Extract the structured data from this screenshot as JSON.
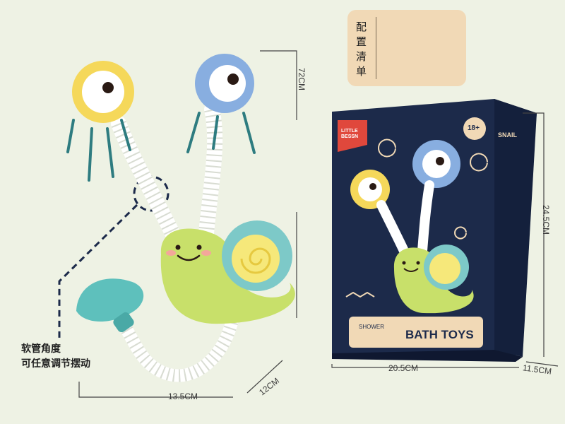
{
  "dimensions": {
    "hose_length": "72CM",
    "toy_width": "13.5CM",
    "toy_depth": "12CM",
    "box_height": "24.5CM",
    "box_width": "20.5CM",
    "box_depth": "11.5CM"
  },
  "feature_note": {
    "line1": "软管角度",
    "line2": "可任意调节摆动"
  },
  "config_list": {
    "chars": [
      "配",
      "置",
      "清",
      "单"
    ]
  },
  "box": {
    "brand_line1": "LITTLE",
    "brand_line2": "BESSN",
    "age_badge": "18+",
    "product_line1": "SHOWER",
    "product_title": "BATH TOYS",
    "side_title": "SNAIL"
  },
  "colors": {
    "background": "#eef2e4",
    "box_navy": "#1c2a4a",
    "box_panel": "#f1d9b6",
    "snail_green": "#c8e06a",
    "shell_teal": "#7dc9c8",
    "head_yellow": "#f5d85a",
    "head_blue": "#88aee0",
    "brand_red": "#e0483c"
  }
}
